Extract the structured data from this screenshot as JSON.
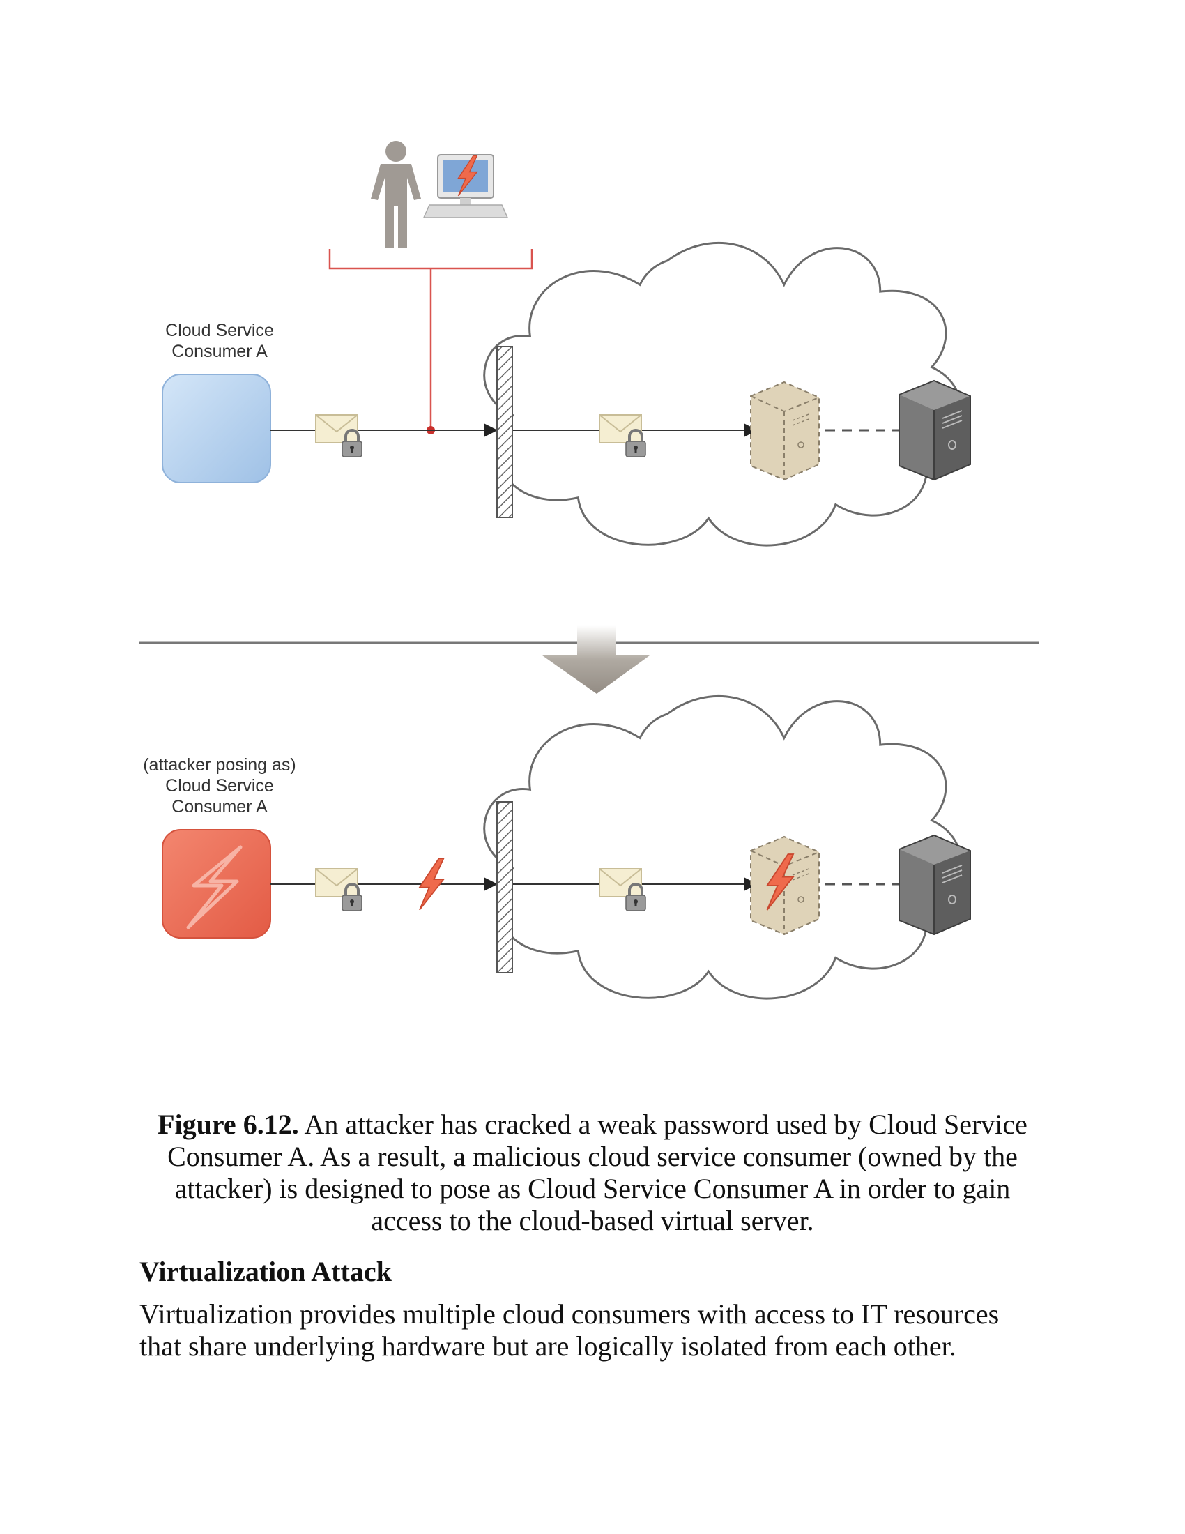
{
  "diagram": {
    "top_label_line1": "Cloud Service",
    "top_label_line2": "Consumer A",
    "bottom_label_line1": "(attacker posing as)",
    "bottom_label_line2": "Cloud Service",
    "bottom_label_line3": "Consumer A",
    "icons": [
      "person-icon",
      "workstation-icon",
      "lightning-icon",
      "envelope-icon",
      "lock-icon",
      "firewall-icon",
      "cloud-icon",
      "virtual-server-icon",
      "physical-server-icon",
      "down-arrow-icon"
    ],
    "colors": {
      "consumer_blue": "#b9d6f2",
      "attacker_red": "#ec6a54",
      "attack_line": "#d9534f",
      "virtual_server": "#d9ccb0",
      "physical_server": "#6e6e6e"
    }
  },
  "caption": {
    "label": "Figure 6.12.",
    "text": " An attacker has cracked a weak password used by Cloud Service Consumer A. As a result, a malicious cloud service consumer (owned by the attacker) is designed to pose as Cloud Service Consumer A in order to gain access to the cloud-based virtual server."
  },
  "section": {
    "heading": "Virtualization Attack",
    "body": "Virtualization provides multiple cloud consumers with access to IT resources that share underlying hardware but are logically isolated from each other."
  }
}
